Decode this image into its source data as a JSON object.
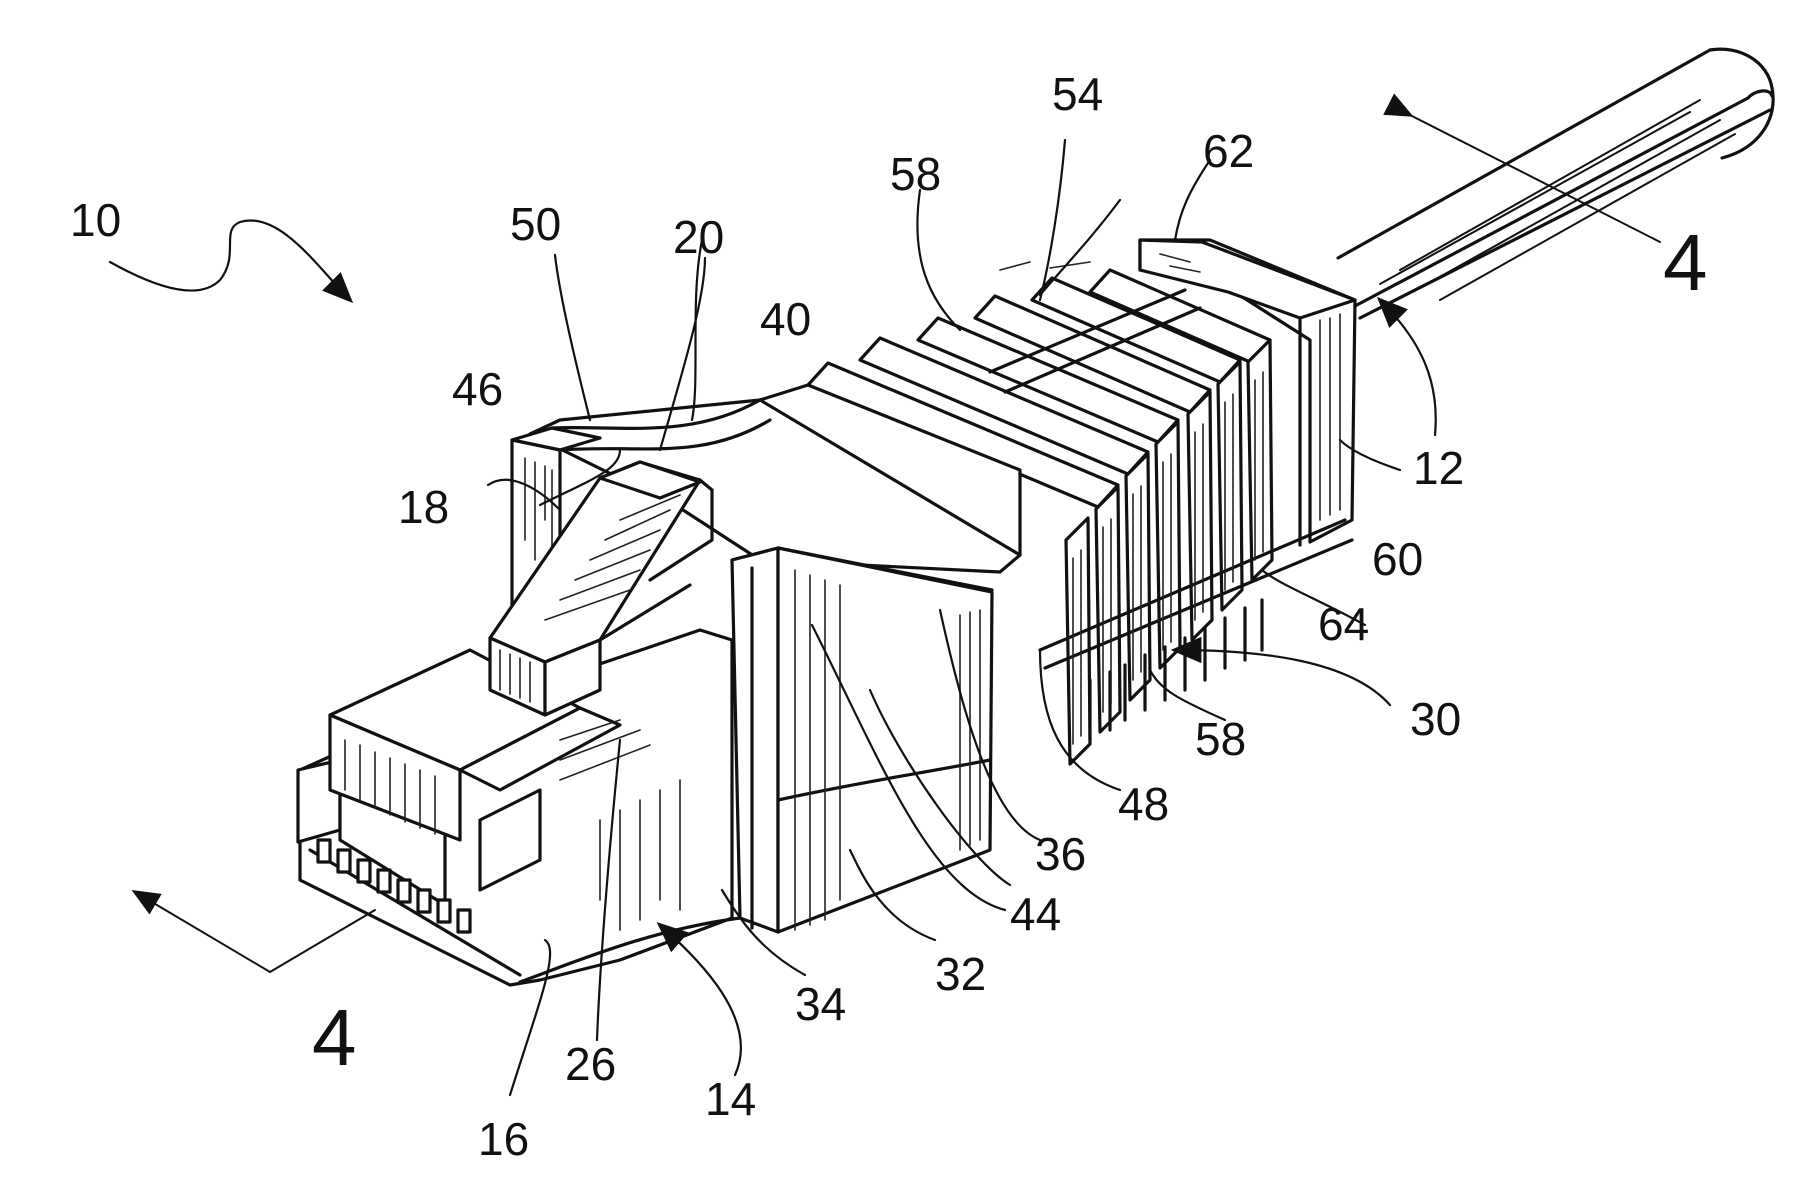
{
  "figure": {
    "labels": {
      "assembly": "10",
      "cable": "12",
      "plug": "14",
      "front": "16",
      "latch": "18",
      "latch_arm": "20",
      "latch_tip": "26",
      "boot": "30",
      "boot_front": "32",
      "boot_edge": "34",
      "boot_side": "36",
      "boot_top": "40",
      "wing_left_face": "44",
      "wing_right": "46",
      "wing_right_top": "48",
      "wing_left_top": "50",
      "rib_top": "54",
      "rib_upper": "58",
      "rib_lower": "58",
      "rear_collar": "60",
      "collar_top": "62",
      "collar_lower": "64"
    },
    "section_marks": {
      "left": "4",
      "right": "4"
    }
  }
}
